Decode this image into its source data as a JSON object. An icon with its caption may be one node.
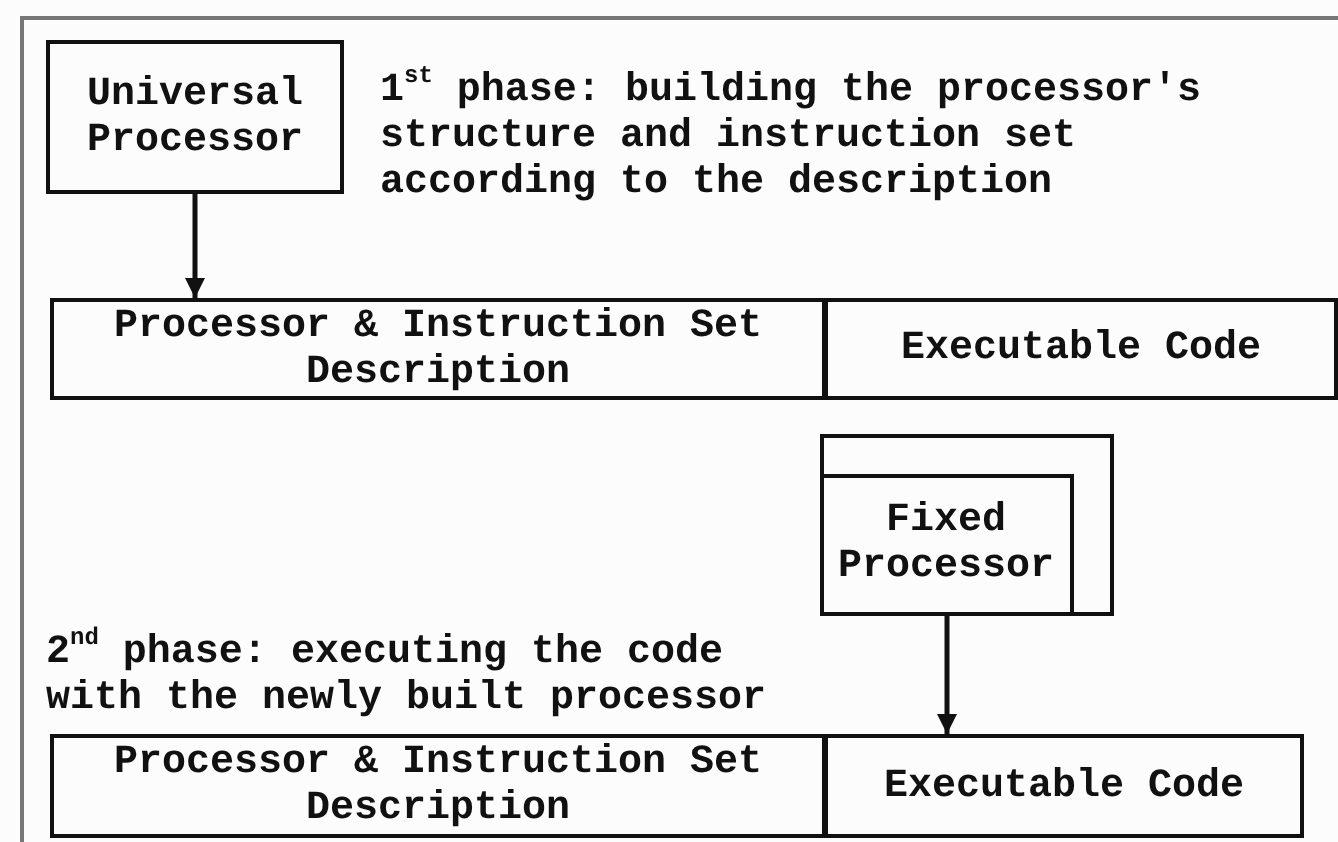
{
  "diagram": {
    "nodes": [
      {
        "text": [
          "Universal Processor"
        ]
      },
      {
        "text": [
          "Processor & Instruction Set Description"
        ]
      },
      {
        "text": [
          "Executable Code"
        ]
      },
      {
        "text": [],
        "shape": "box"
      },
      {
        "text": [
          "Fixed Processor"
        ],
        "in": 3
      },
      {
        "text": [
          "Processor & Instruction Set Description"
        ]
      },
      {
        "text": [
          "Executable Code"
        ]
      }
    ],
    "edges": [
      {
        "from": 0,
        "to": 1,
        "arrow": "to"
      },
      {
        "from": 4,
        "to": 6,
        "arrow": "to"
      }
    ],
    "labels": [
      "1$^{st}$ phase: building the processor's structure and instruction set according to the description",
      "2$^{nd}$ phase: executing the code with the newly built processor"
    ]
  }
}
